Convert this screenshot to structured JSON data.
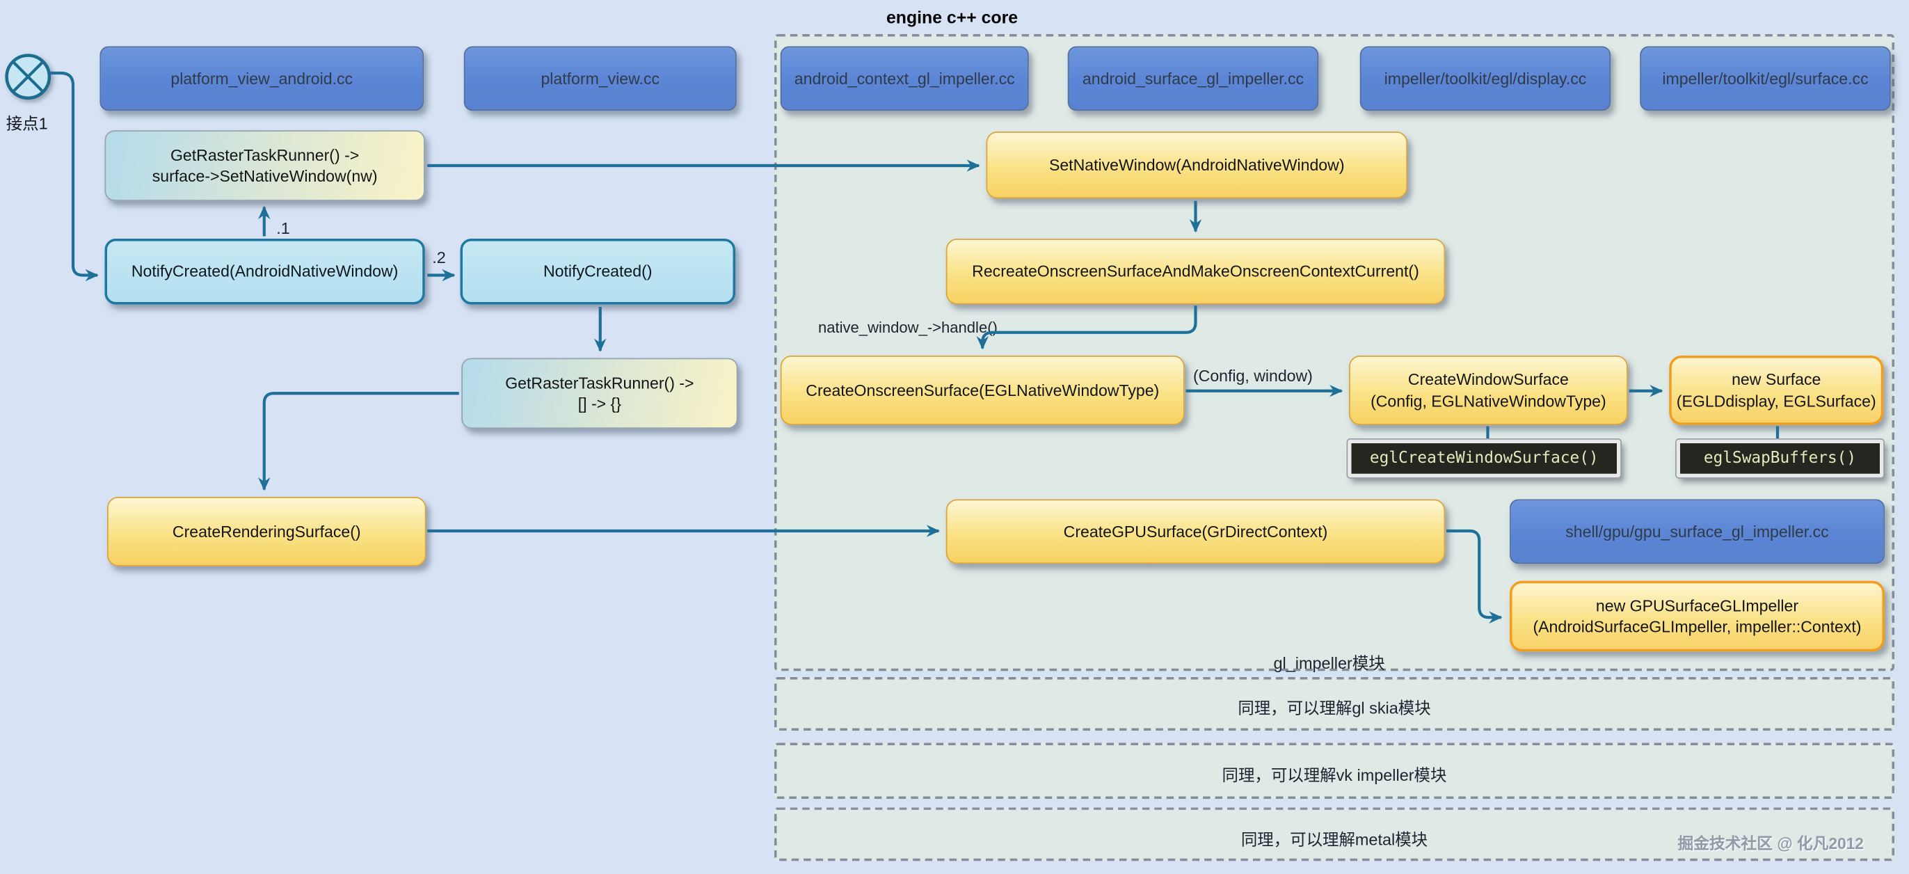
{
  "title": "engine c++ core",
  "junction": {
    "label": "接点1"
  },
  "nodes": {
    "platform_view_android": "platform_view_android.cc",
    "platform_view": "platform_view.cc",
    "android_context_gl_impeller": "android_context_gl_impeller.cc",
    "android_surface_gl_impeller": "android_surface_gl_impeller.cc",
    "egl_display": "impeller/toolkit/egl/display.cc",
    "egl_surface": "impeller/toolkit/egl/surface.cc",
    "get_raster_set_native": "GetRasterTaskRunner() ->\nsurface->SetNativeWindow(nw)",
    "set_native_window": "SetNativeWindow(AndroidNativeWindow)",
    "notify_created_arg": "NotifyCreated(AndroidNativeWindow)",
    "notify_created": "NotifyCreated()",
    "recreate_onscreen": "RecreateOnscreenSurfaceAndMakeOnscreenContextCurrent()",
    "get_raster_empty": "GetRasterTaskRunner() ->\n[] -> {}",
    "create_onscreen_surface": "CreateOnscreenSurface(EGLNativeWindowType)",
    "create_window_surface": "CreateWindowSurface\n(Config, EGLNativeWindowType)",
    "new_surface": "new Surface\n(EGLDdisplay, EGLSurface)",
    "egl_create_window_surface": "eglCreateWindowSurface()",
    "egl_swap_buffers": "eglSwapBuffers()",
    "create_rendering_surface": "CreateRenderingSurface()",
    "create_gpu_surface": "CreateGPUSurface(GrDirectContext)",
    "gpu_surface_gl_impeller_cc": "shell/gpu/gpu_surface_gl_impeller.cc",
    "new_gpu_surface_gl_impeller": "new GPUSurfaceGLImpeller\n(AndroidSurfaceGLImpeller, impeller::Context)"
  },
  "labels": {
    "step1": ".1",
    "step2": ".2",
    "native_handle": "native_window_->handle()",
    "config_window": "(Config, window)",
    "module": "gl_impeller模块"
  },
  "sections": {
    "gl_skia": "同理，可以理解gl skia模块",
    "vk_impeller": "同理，可以理解vk impeller模块",
    "metal": "同理，可以理解metal模块"
  },
  "watermark": "掘金技术社区 @ 化凡2012",
  "colors": {
    "arrow": "#1f7099",
    "accent_orange": "#f39d1b",
    "node_blue": "#5b85d5",
    "node_yellow": "#f7d162",
    "node_lightblue": "#b4dff0",
    "code_bg": "#24261f",
    "code_text": "#e5e7bd"
  }
}
